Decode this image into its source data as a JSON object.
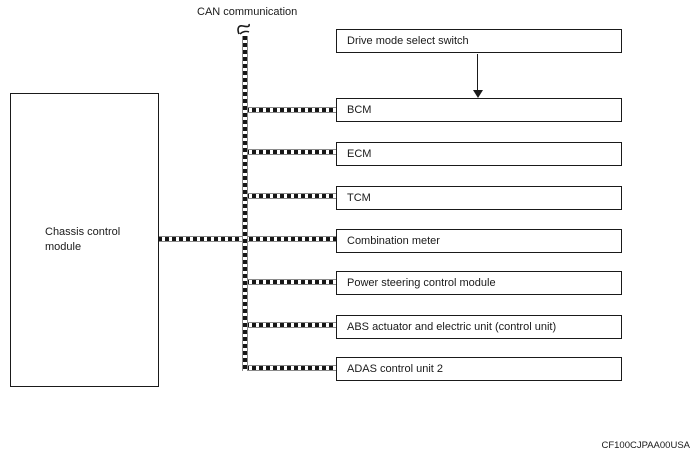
{
  "diagram": {
    "bus_label": "CAN communication",
    "left_module": {
      "label": "Chassis control module"
    },
    "nodes": [
      {
        "label": "Drive mode select switch"
      },
      {
        "label": "BCM"
      },
      {
        "label": "ECM"
      },
      {
        "label": "TCM"
      },
      {
        "label": "Combination meter"
      },
      {
        "label": "Power steering control module"
      },
      {
        "label": "ABS actuator and electric unit (control unit)"
      },
      {
        "label": "ADAS control unit 2"
      }
    ],
    "figure_code": "CF100CJPAA00USA",
    "icons": {
      "wire_end_curl": "curl-at-top-of-bus-line",
      "arrowhead": "filled-down-triangle"
    },
    "colors": {
      "line": "#1a1a1a",
      "line_outline": "#8a8a8a",
      "background": "#ffffff"
    }
  }
}
